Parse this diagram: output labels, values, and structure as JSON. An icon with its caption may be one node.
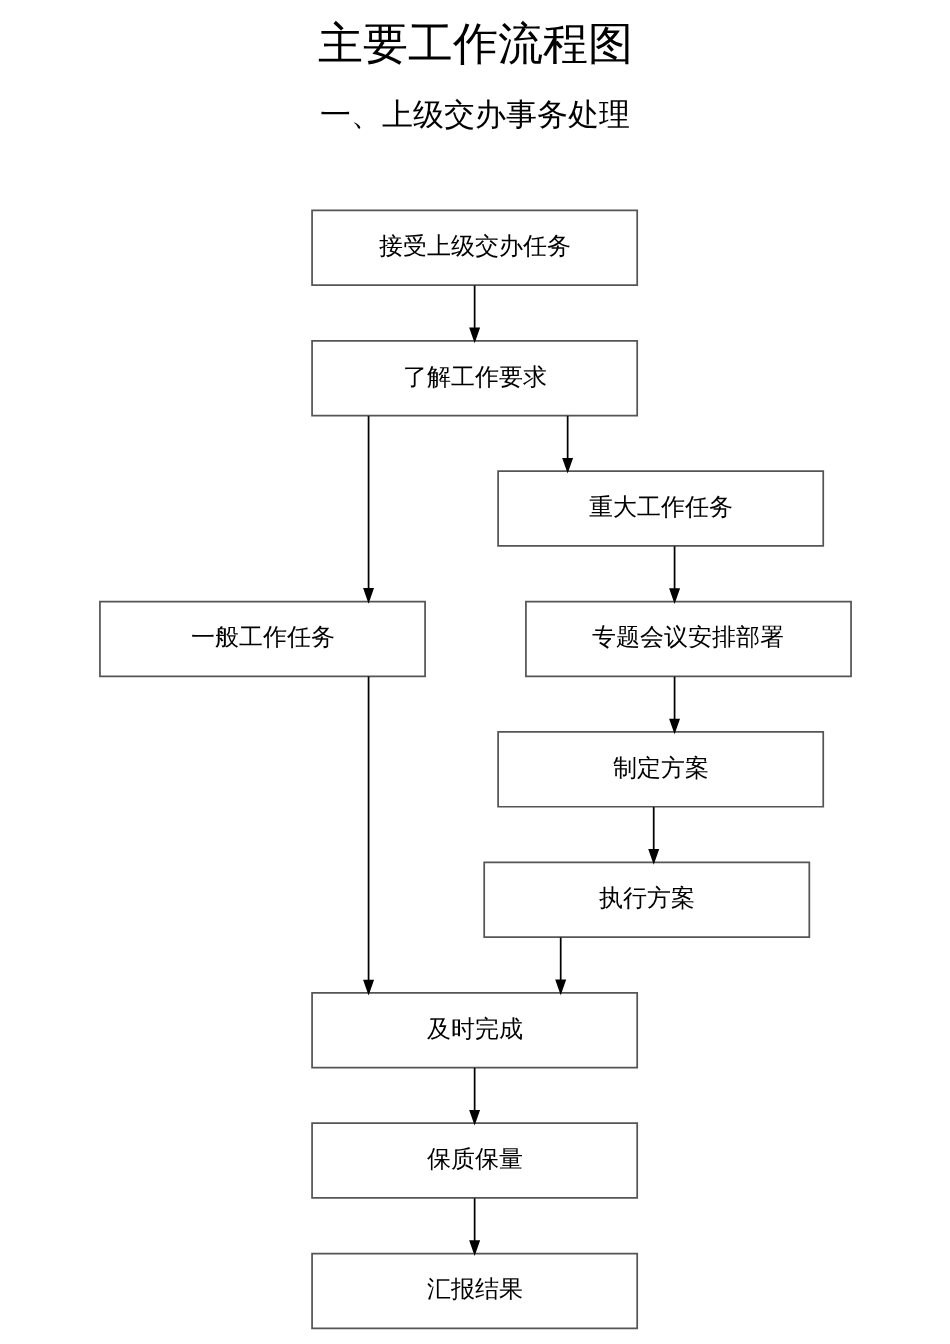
{
  "diagram": {
    "title": "主要工作流程图",
    "nodes": [
      {
        "text": [
          "接受上级交办任务"
        ]
      },
      {
        "text": [
          "了解工作要求"
        ]
      },
      {
        "text": [
          "一般工作任务"
        ]
      },
      {
        "text": [
          "重大工作任务"
        ]
      },
      {
        "text": [
          "专题会议安排部署"
        ]
      },
      {
        "text": [
          "制定方案"
        ]
      },
      {
        "text": [
          "执行方案"
        ]
      },
      {
        "text": [
          "及时完成"
        ]
      },
      {
        "text": [
          "保质保量"
        ]
      },
      {
        "text": [
          "汇报结果"
        ]
      }
    ],
    "edges": [
      {
        "from": 0,
        "to": 1,
        "arrow": "to"
      },
      {
        "from": 1,
        "to": 2,
        "arrow": "to"
      },
      {
        "from": 1,
        "to": 3,
        "arrow": "to"
      },
      {
        "from": 3,
        "to": 4,
        "arrow": "to"
      },
      {
        "from": 4,
        "to": 5,
        "arrow": "to"
      },
      {
        "from": 5,
        "to": 6,
        "arrow": "to"
      },
      {
        "from": 2,
        "to": 7,
        "arrow": "to"
      },
      {
        "from": 6,
        "to": 7,
        "arrow": "to"
      },
      {
        "from": 7,
        "to": 8,
        "arrow": "to"
      },
      {
        "from": 8,
        "to": 9,
        "arrow": "to"
      }
    ],
    "labels": [
      "一、上级交办事务处理"
    ]
  }
}
